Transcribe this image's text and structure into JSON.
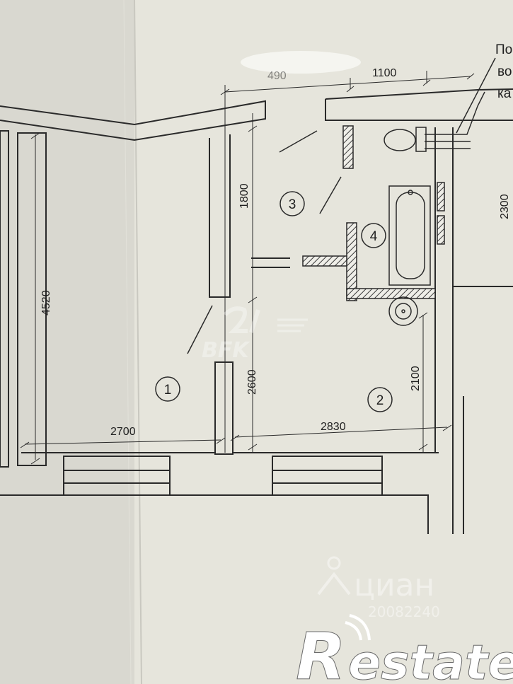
{
  "dimensions": {
    "d1100": "1100",
    "d1800": "1800",
    "d2300": "2300",
    "d4520": "4520",
    "d2600": "2600",
    "d2100": "2100",
    "d2700": "2700",
    "d2830": "2830",
    "d_partial_top": "490"
  },
  "rooms": {
    "r1": "1",
    "r2": "2",
    "r3": "3",
    "r4": "4"
  },
  "note_fragment": [
    "По",
    "во",
    "ка"
  ],
  "watermarks": {
    "agency": "BFK",
    "cian_text": "циан",
    "cian_id": "20082240",
    "restate": "estate",
    "restate_initial": "R"
  },
  "colors": {
    "paper": "#e6e5dc",
    "line": "#2a2a2a",
    "hatch": "#3a3a3a"
  }
}
